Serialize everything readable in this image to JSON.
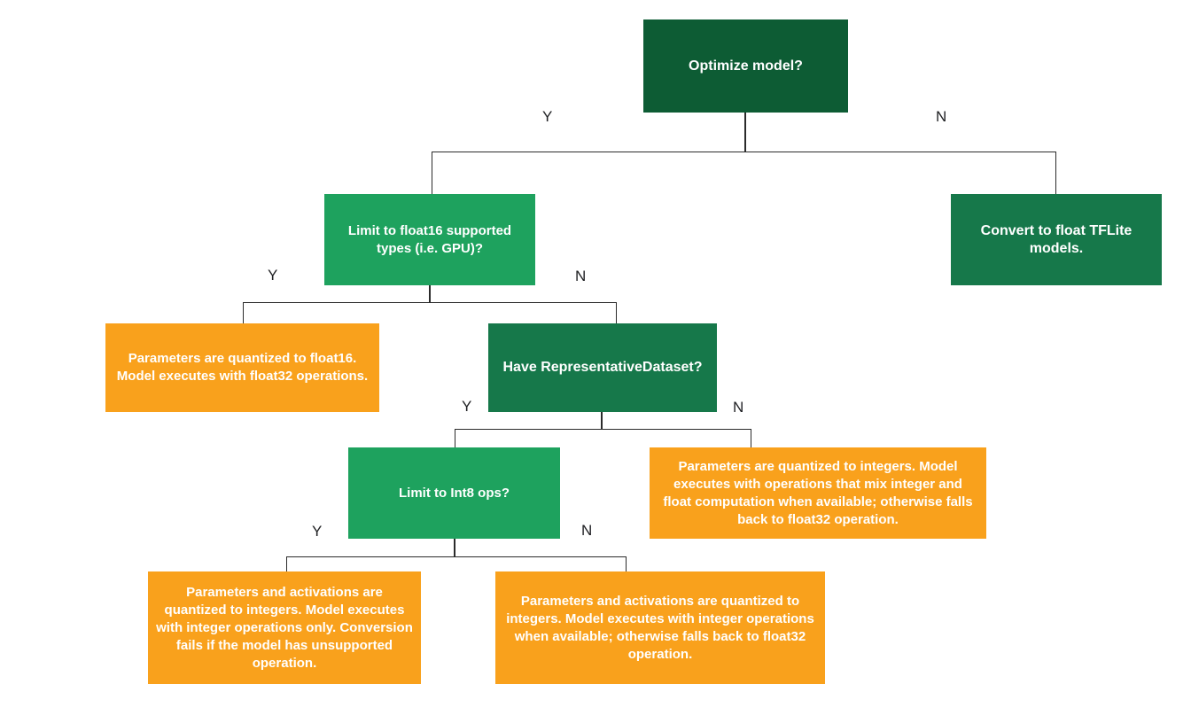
{
  "colors": {
    "background": "#ffffff",
    "darkest_green": "#0d5c34",
    "dark_green": "#16784a",
    "bright_green": "#1ea25e",
    "orange": "#f9a11c",
    "line": "#2b2b2b",
    "edge_label_text": "#202124",
    "node_text": "#ffffff"
  },
  "nodes": [
    {
      "id": "optimize-model",
      "text": "Optimize model?",
      "color": "#0d5c34"
    },
    {
      "id": "limit-float16",
      "text": "Limit to float16 supported types (i.e. GPU)?",
      "color": "#1ea25e"
    },
    {
      "id": "convert-float-tflite",
      "text": "Convert to float TFLite models.",
      "color": "#16784a"
    },
    {
      "id": "float16-outcome",
      "text": "Parameters are quantized to float16. Model executes with float32 operations.",
      "color": "#f9a11c"
    },
    {
      "id": "have-representative-dataset",
      "text": "Have RepresentativeDataset?",
      "color": "#16784a"
    },
    {
      "id": "limit-int8",
      "text": "Limit to Int8 ops?",
      "color": "#1ea25e"
    },
    {
      "id": "mixed-integer-outcome",
      "text": "Parameters are quantized to integers. Model executes with operations that mix integer and float computation when available; otherwise falls back to float32 operation.",
      "color": "#f9a11c"
    },
    {
      "id": "integer-only-outcome",
      "text": "Parameters and activations are quantized to integers. Model executes with integer operations only. Conversion fails if the model has unsupported operation.",
      "color": "#f9a11c"
    },
    {
      "id": "integer-fallback-outcome",
      "text": "Parameters and activations are quantized to integers. Model executes with integer operations when available; otherwise falls back to float32 operation.",
      "color": "#f9a11c"
    }
  ],
  "edge_labels": [
    {
      "label": "Y",
      "from": "optimize-model",
      "to": "limit-float16"
    },
    {
      "label": "N",
      "from": "optimize-model",
      "to": "convert-float-tflite"
    },
    {
      "label": "Y",
      "from": "limit-float16",
      "to": "float16-outcome"
    },
    {
      "label": "N",
      "from": "limit-float16",
      "to": "have-representative-dataset"
    },
    {
      "label": "Y",
      "from": "have-representative-dataset",
      "to": "limit-int8"
    },
    {
      "label": "N",
      "from": "have-representative-dataset",
      "to": "mixed-integer-outcome"
    },
    {
      "label": "Y",
      "from": "limit-int8",
      "to": "integer-only-outcome"
    },
    {
      "label": "N",
      "from": "limit-int8",
      "to": "integer-fallback-outcome"
    }
  ]
}
